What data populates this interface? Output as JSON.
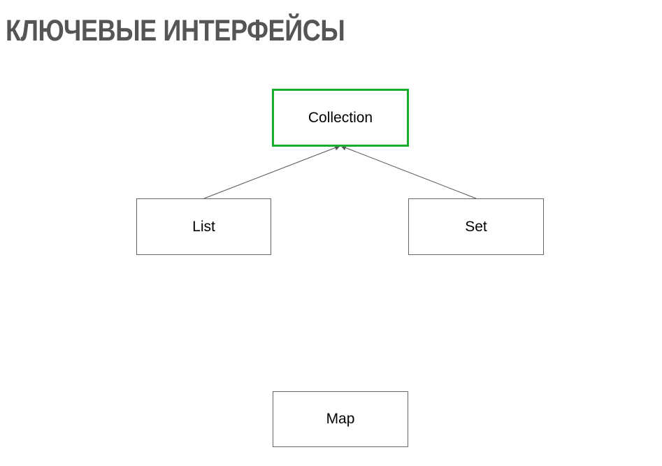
{
  "title": "КЛЮЧЕВЫЕ ИНТЕРФЕЙСЫ",
  "nodes": {
    "collection": "Collection",
    "list": "List",
    "set": "Set",
    "map": "Map"
  },
  "edges": [
    {
      "from": "List",
      "to": "Collection"
    },
    {
      "from": "Set",
      "to": "Collection"
    }
  ],
  "colors": {
    "title": "#555555",
    "root_border": "#1aad2b",
    "node_border": "#666666",
    "edge": "#555555"
  }
}
